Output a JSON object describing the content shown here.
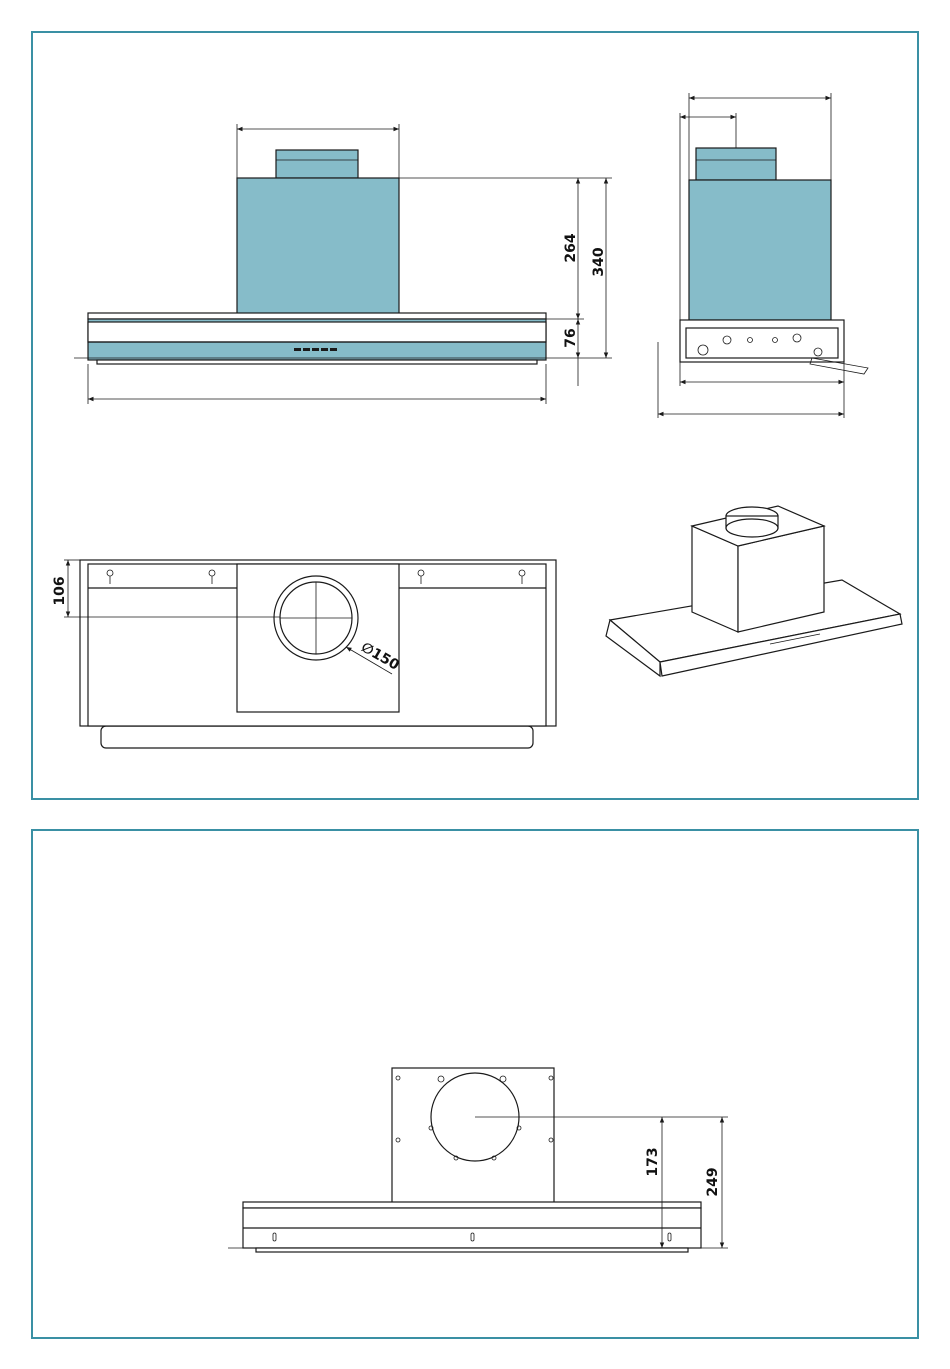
{
  "colors": {
    "frame": "#3a90a4",
    "body_fill": "#86bcc9",
    "line": "#1a1a1a"
  },
  "panel_top": {
    "front_view": {
      "dims": {
        "upper_height": "264",
        "total_height": "340",
        "canopy_height": "76"
      }
    },
    "bottom_view": {
      "dims": {
        "edge_offset": "106",
        "outlet_diameter": "∅150"
      }
    }
  },
  "panel_bottom": {
    "rear_view": {
      "dims": {
        "outlet_center_height": "173",
        "total_height": "249"
      }
    }
  }
}
